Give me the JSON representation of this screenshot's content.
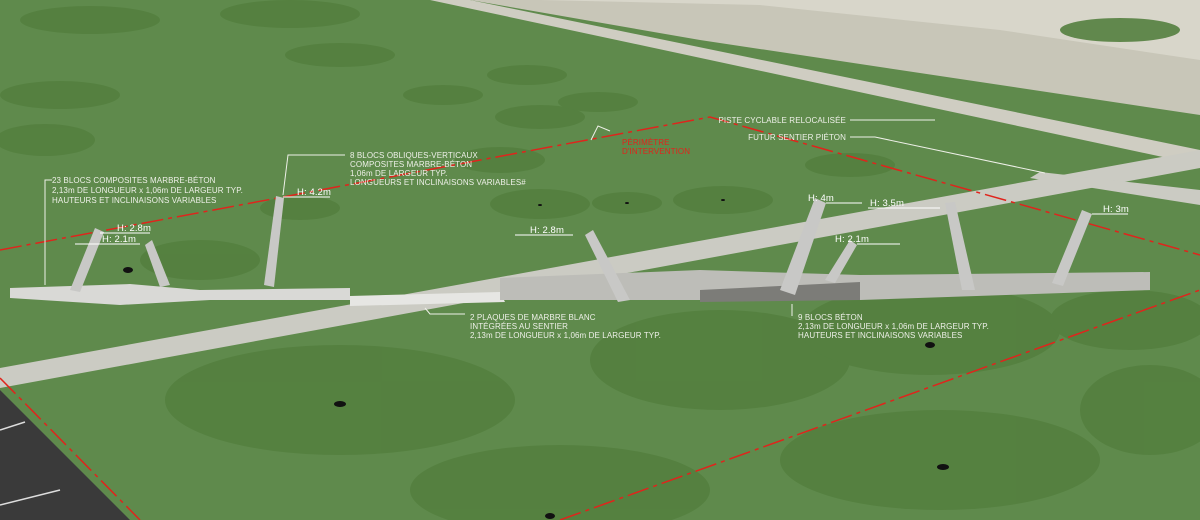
{
  "annotations": {
    "blocs_composites": [
      "23 BLOCS COMPOSITES MARBRE-BÉTON",
      "2,13m DE LONGUEUR x 1,06m DE LARGEUR TYP.",
      "HAUTEURS ET INCLINAISONS VARIABLES"
    ],
    "blocs_obliques": [
      "8 BLOCS OBLIQUES-VERTICAUX",
      "COMPOSITES MARBRE-BÉTON",
      "1,06m DE LARGEUR TYP.",
      "LONGUEURS ET INCLINAISONS VARIABLES#"
    ],
    "perimetre": [
      "PÉRIMÈTRE",
      "D'INTERVENTION"
    ],
    "piste_cyclable": "PISTE CYCLABLE RELOCALISÉE",
    "futur_sentier": "FUTUR SENTIER PIÉTON",
    "plaques_marbre": [
      "2 PLAQUES DE MARBRE BLANC",
      "INTÉGRÉES AU SENTIER",
      "2,13m DE LONGUEUR x 1,06m DE LARGEUR TYP."
    ],
    "blocs_beton": [
      "9 BLOCS BÉTON",
      "2,13m DE LONGUEUR x 1,06m DE LARGEUR TYP.",
      "HAUTEURS ET INCLINAISONS VARIABLES"
    ]
  },
  "heights": [
    "H: 2.8m",
    "H: 2.1m",
    "H: 4.2m",
    "H: 2.8m",
    "H: 4m",
    "H: 3.5m",
    "H: 2.1m",
    "H: 3m"
  ],
  "colors": {
    "grass": "#5f8a4c",
    "path": "#c9c9c1",
    "perimeter": "#e0241c",
    "text": "#eef0e8"
  }
}
